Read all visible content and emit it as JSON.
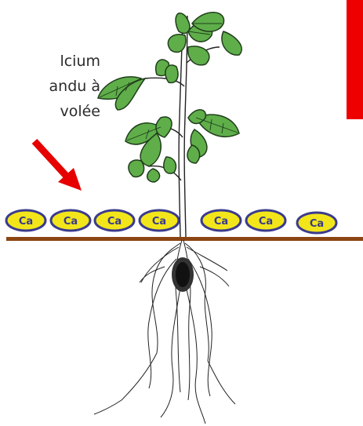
{
  "caption": {
    "line1": "lcium",
    "line2": "andu à",
    "line3": "volée"
  },
  "ca_particles": [
    "Ca",
    "Ca",
    "Ca",
    "Ca",
    "Ca",
    "Ca",
    "Ca"
  ],
  "colors": {
    "ca_fill": "#f2e61a",
    "ca_stroke": "#3b3b8e",
    "soil_line": "#8b4513",
    "arrow": "#e60000",
    "red_bar": "#ee0000",
    "leaf": "#5fae4a",
    "leaf_vein": "#1f3d1a"
  }
}
